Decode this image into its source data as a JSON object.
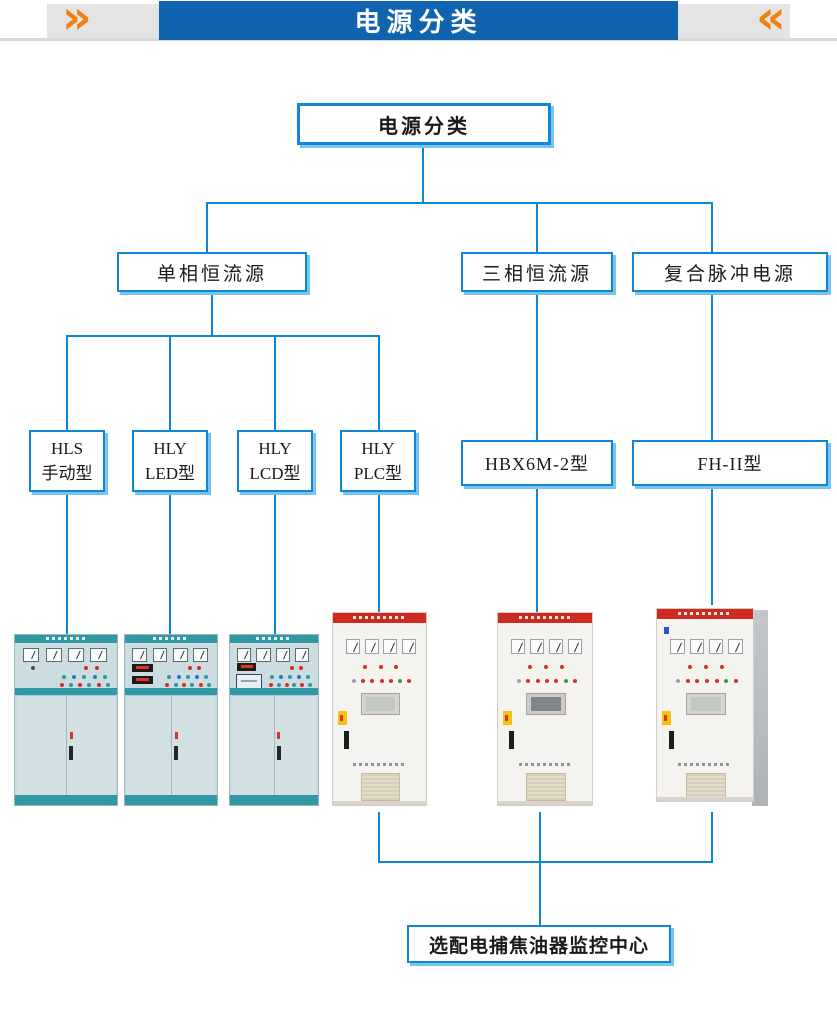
{
  "header": {
    "title": "电源分类",
    "left_chevron_icon": "»",
    "right_chevron_icon": "«"
  },
  "colors": {
    "line_blue": "#0f87d6",
    "box_shadow": "#79c4ee",
    "header_blue": "#1063ae",
    "header_band": "#e4e4e4",
    "chevron_orange": "#f0820f",
    "teal_cabinet": "#3199a5",
    "red_band": "#cd2b1f",
    "white_body": "#f5f3ef"
  },
  "tree": {
    "root": {
      "label": "电源分类"
    },
    "branches": [
      {
        "label": "单相恒流源"
      },
      {
        "label": "三相恒流源"
      },
      {
        "label": "复合脉冲电源"
      }
    ],
    "models": [
      {
        "line1": "HLS",
        "line2": "手动型"
      },
      {
        "line1": "HLY",
        "line2": "LED型"
      },
      {
        "line1": "HLY",
        "line2": "LCD型"
      },
      {
        "line1": "HLY",
        "line2": "PLC型"
      },
      {
        "label": "HBX6M-2型"
      },
      {
        "label": "FH-II型"
      }
    ],
    "bottom": {
      "label": "选配电捕焦油器监控中心"
    }
  }
}
